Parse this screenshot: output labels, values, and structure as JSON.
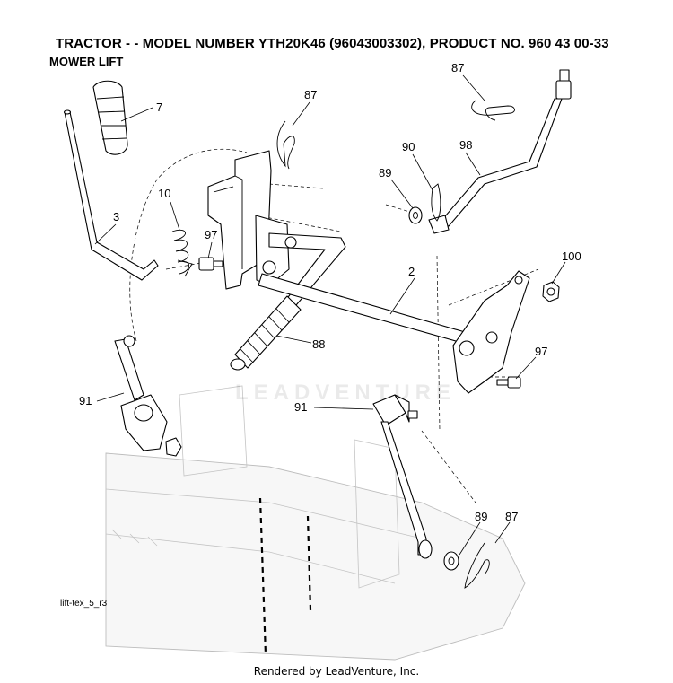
{
  "header": {
    "title": "TRACTOR - - MODEL NUMBER YTH20K46 (96043003302), PRODUCT NO. 960 43 00-33",
    "subtitle": "MOWER LIFT"
  },
  "diagram": {
    "ref_code": "lift-tex_5_r3",
    "watermark": "LEADVENTURE",
    "callouts": {
      "c7": "7",
      "c87a": "87",
      "c87b": "87",
      "c87c": "87",
      "c98": "98",
      "c90": "90",
      "c89a": "89",
      "c89b": "89",
      "c10": "10",
      "c3": "3",
      "c97a": "97",
      "c97b": "97",
      "c2": "2",
      "c100": "100",
      "c88": "88",
      "c91a": "91",
      "c91b": "91"
    }
  },
  "footer": {
    "text": "Rendered by LeadVenture, Inc."
  }
}
